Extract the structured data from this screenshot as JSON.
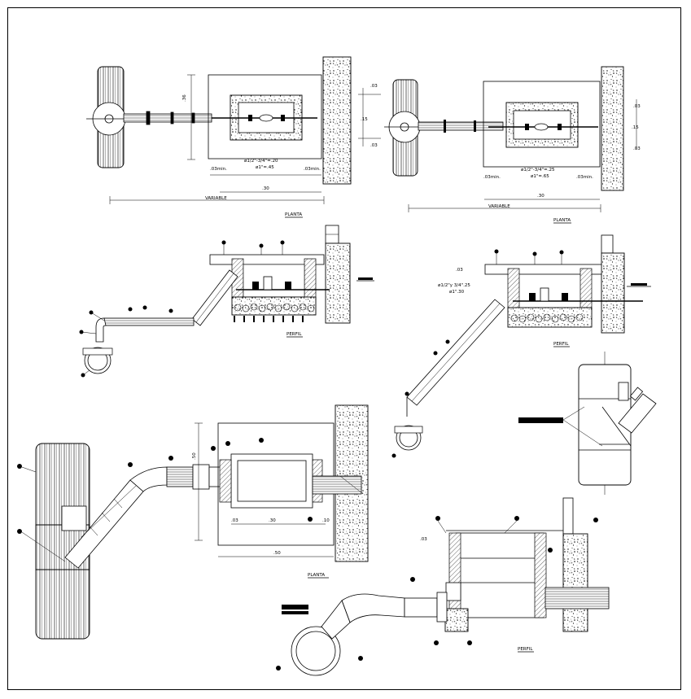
{
  "labels": {
    "planta": "PLANTA",
    "perfil": "PERFIL",
    "variable": "VARIABLE"
  },
  "dims": {
    "d036": ".36",
    "d03": ".03",
    "d15": ".15",
    "d30": ".30",
    "d50": ".50",
    "d10": ".10",
    "min03": ".03min.",
    "spec_half_34": "ø1/2\"-3/4\"=.20",
    "spec_1": "ø1\"=.45",
    "spec_half_34_b": "ø1/2\"-3/4\"=.25",
    "spec_1_b": "ø1\"=.65",
    "spec_perfil_a": "ø1/2\"y 3/4\".25",
    "spec_perfil_b": "ø1\".30"
  },
  "colors": {
    "ink": "#000000",
    "paper": "#ffffff"
  }
}
